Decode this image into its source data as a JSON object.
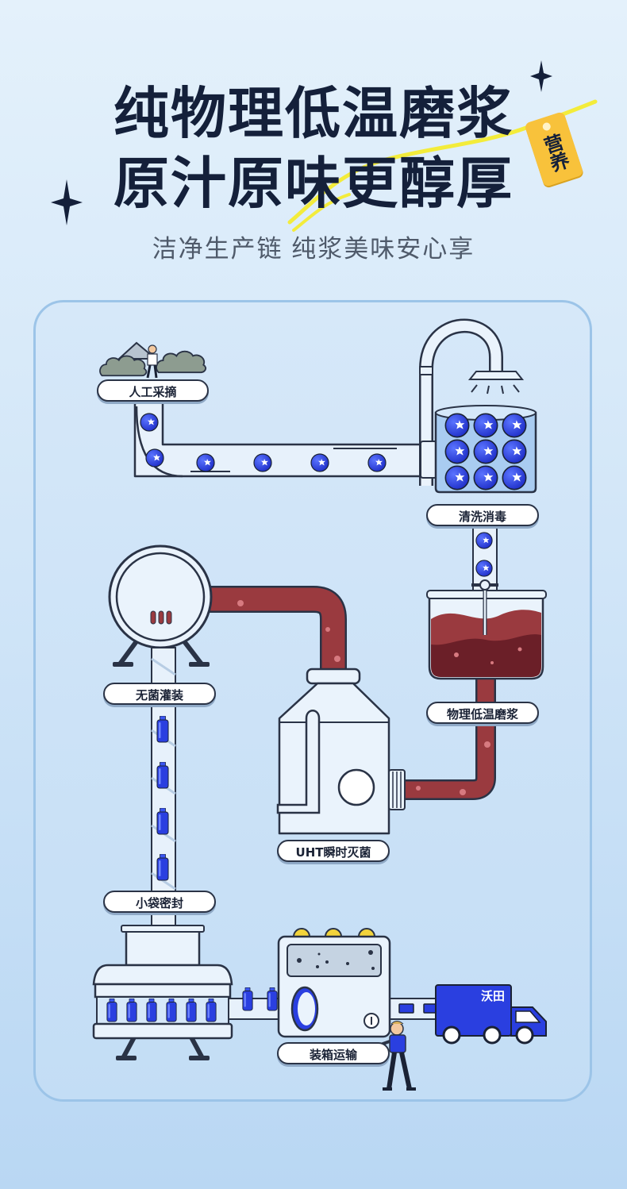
{
  "header": {
    "title_line1": "纯物理低温磨浆",
    "title_line2": "原汁原味更醇厚",
    "tag": "营养",
    "subtitle": "洁净生产链  纯浆美味安心享"
  },
  "steps": [
    {
      "label": "人工采摘"
    },
    {
      "label": "清洗消毒"
    },
    {
      "label": "物理低温磨浆"
    },
    {
      "label": "UHT瞬时灭菌"
    },
    {
      "label": "无菌灌装"
    },
    {
      "label": "小袋密封"
    },
    {
      "label": "装箱运输"
    }
  ],
  "truck": {
    "brand": "沃田"
  },
  "colors": {
    "navy": "#14203a",
    "outline": "#2a3346",
    "juice": "#9a3a3f",
    "berry": "#2a3fe0",
    "tag": "#f8c23b",
    "highlight": "#f3ec3b"
  }
}
